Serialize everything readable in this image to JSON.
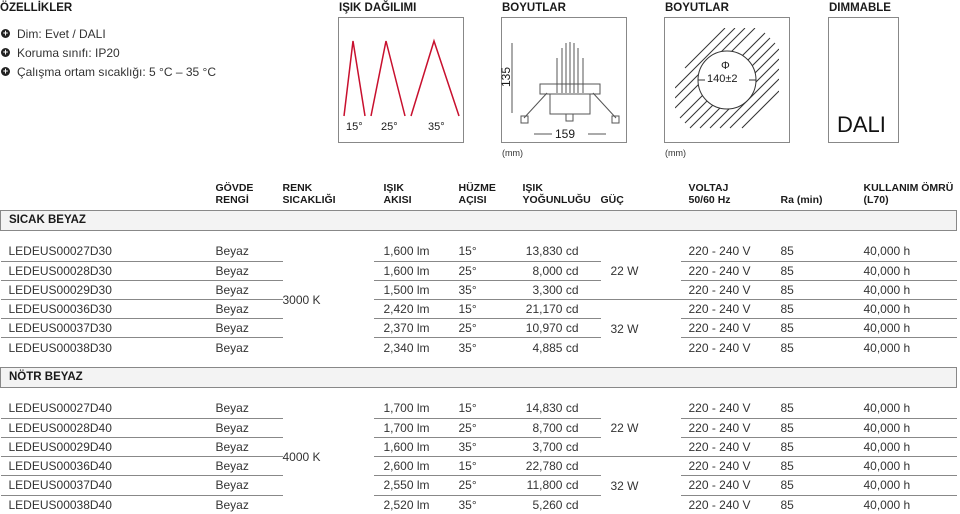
{
  "features": {
    "title": "ÖZELLİKLER",
    "items": [
      "Dim: Evet / DALI",
      "Koruma sınıfı: IP20",
      "Çalışma ortam sıcaklığı: 5 °C – 35 °C"
    ]
  },
  "beam": {
    "title": "IŞIK DAĞILIMI",
    "angles": [
      "15°",
      "25°",
      "35°"
    ],
    "color": "#c8102e"
  },
  "dim1": {
    "title": "BOYUTLAR",
    "height": "135",
    "width": "159",
    "unit": "(mm)"
  },
  "dim2": {
    "title": "BOYUTLAR",
    "symbol": "Φ",
    "cutout": "140±2",
    "unit": "(mm)"
  },
  "dimmable": {
    "title": "DIMMABLE",
    "value": "DALI"
  },
  "table": {
    "headers": [
      [
        "",
        ""
      ],
      [
        "GÖVDE",
        "RENGİ"
      ],
      [
        "RENK",
        "SICAKLIĞI"
      ],
      [
        "IŞIK",
        "AKISI"
      ],
      [
        "HÜZME",
        "AÇISI"
      ],
      [
        "IŞIK",
        "YOĞUNLUĞU"
      ],
      [
        "",
        "GÜÇ"
      ],
      [
        "VOLTAJ",
        "50/60 Hz"
      ],
      [
        "",
        "Ra (min)"
      ],
      [
        "KULLANIM ÖMRÜ",
        "(L70)"
      ]
    ],
    "sections": [
      {
        "name": "SICAK BEYAZ",
        "cct": "3000 K",
        "power": [
          "22 W",
          "32 W"
        ],
        "rows": [
          [
            "LEDEUS00027D30",
            "Beyaz",
            "1,600 lm",
            "15°",
            "13,830 cd",
            "220 - 240 V",
            "85",
            "40,000 h"
          ],
          [
            "LEDEUS00028D30",
            "Beyaz",
            "1,600 lm",
            "25°",
            "8,000 cd",
            "220 - 240 V",
            "85",
            "40,000 h"
          ],
          [
            "LEDEUS00029D30",
            "Beyaz",
            "1,500 lm",
            "35°",
            "3,300 cd",
            "220 - 240 V",
            "85",
            "40,000 h"
          ],
          [
            "LEDEUS00036D30",
            "Beyaz",
            "2,420 lm",
            "15°",
            "21,170 cd",
            "220 - 240 V",
            "85",
            "40,000 h"
          ],
          [
            "LEDEUS00037D30",
            "Beyaz",
            "2,370 lm",
            "25°",
            "10,970 cd",
            "220 - 240 V",
            "85",
            "40,000 h"
          ],
          [
            "LEDEUS00038D30",
            "Beyaz",
            "2,340 lm",
            "35°",
            "4,885 cd",
            "220 - 240 V",
            "85",
            "40,000 h"
          ]
        ]
      },
      {
        "name": "NÖTR BEYAZ",
        "cct": "4000 K",
        "power": [
          "22 W",
          "32 W"
        ],
        "rows": [
          [
            "LEDEUS00027D40",
            "Beyaz",
            "1,700 lm",
            "15°",
            "14,830 cd",
            "220 - 240 V",
            "85",
            "40,000 h"
          ],
          [
            "LEDEUS00028D40",
            "Beyaz",
            "1,700 lm",
            "25°",
            "8,700 cd",
            "220 - 240 V",
            "85",
            "40,000 h"
          ],
          [
            "LEDEUS00029D40",
            "Beyaz",
            "1,600 lm",
            "35°",
            "3,700 cd",
            "220 - 240 V",
            "85",
            "40,000 h"
          ],
          [
            "LEDEUS00036D40",
            "Beyaz",
            "2,600 lm",
            "15°",
            "22,780 cd",
            "220 - 240 V",
            "85",
            "40,000 h"
          ],
          [
            "LEDEUS00037D40",
            "Beyaz",
            "2,550 lm",
            "25°",
            "11,800 cd",
            "220 - 240 V",
            "85",
            "40,000 h"
          ],
          [
            "LEDEUS00038D40",
            "Beyaz",
            "2,520 lm",
            "35°",
            "5,260 cd",
            "220 - 240 V",
            "85",
            "40,000 h"
          ]
        ]
      }
    ]
  }
}
